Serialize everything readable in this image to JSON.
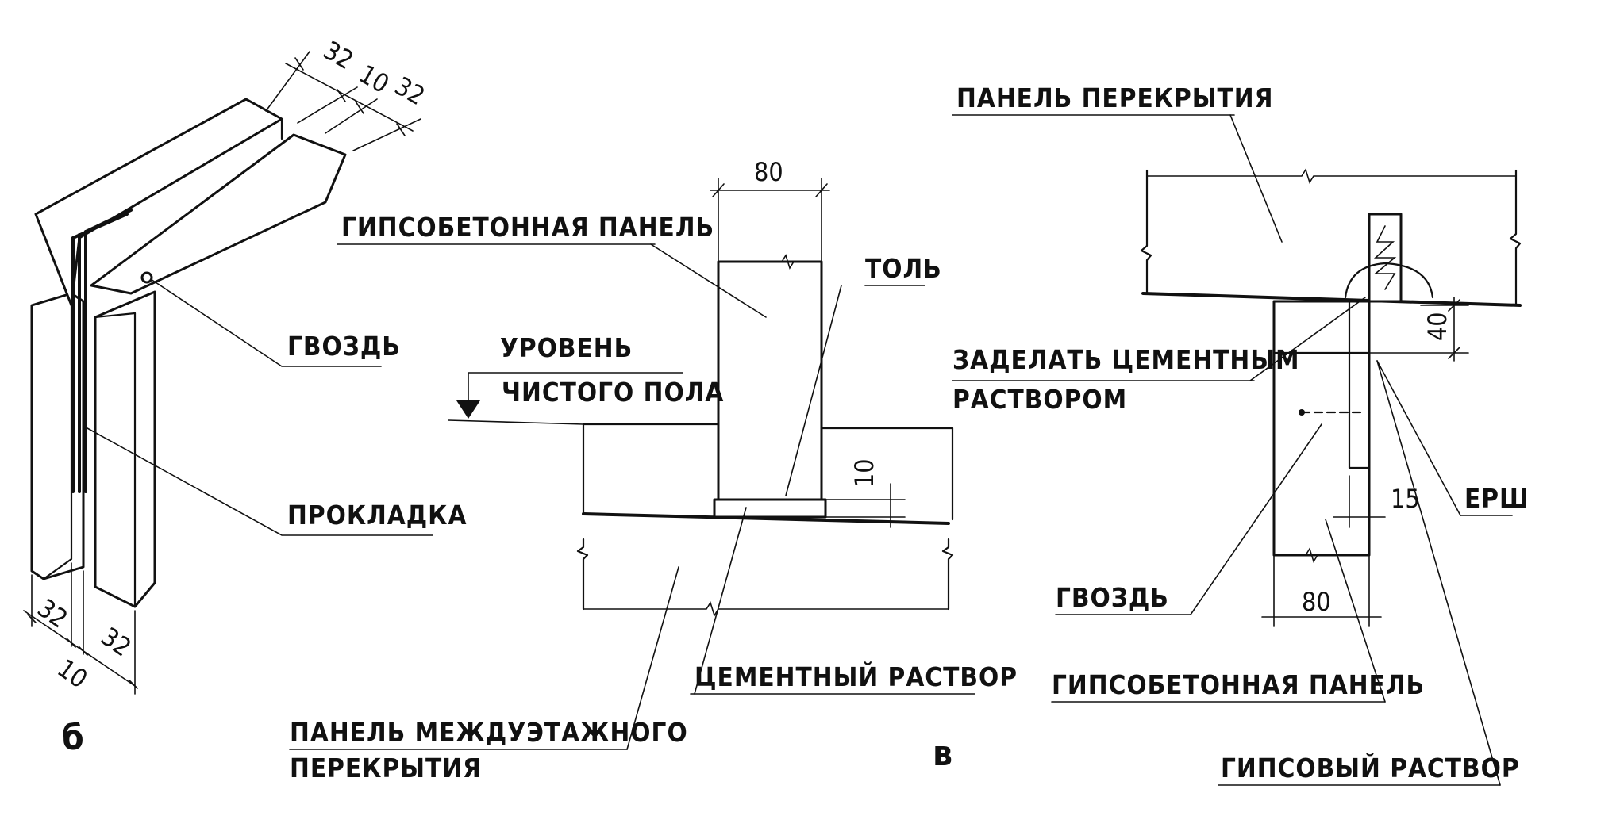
{
  "view_b": {
    "section_letter": "б",
    "labels": {
      "nail": "ГВОЗДЬ",
      "gasket": "ПРОКЛАДКА"
    },
    "dims_top": [
      "32",
      "10",
      "32"
    ],
    "dims_bottom": [
      "32",
      "10",
      "32"
    ]
  },
  "view_v": {
    "section_letter": "в",
    "labels": {
      "gypsum_panel": "ГИПСОБЕТОННАЯ ПАНЕЛЬ",
      "roofing_felt": "ТОЛЬ",
      "floor_level_line1": "УРОВЕНЬ",
      "floor_level_line2": "ЧИСТОГО ПОЛА",
      "cement_mortar": "ЦЕМЕНТНЫЙ РАСТВОР",
      "floor_panel_line1": "ПАНЕЛЬ МЕЖДУЭТАЖНОГО",
      "floor_panel_line2": "ПЕРЕКРЫТИЯ"
    },
    "dims": {
      "width": "80",
      "gap": "10"
    }
  },
  "view_g": {
    "labels": {
      "slab_panel": "ПАНЕЛЬ ПЕРЕКРЫТИЯ",
      "seal_line1": "ЗАДЕЛАТЬ ЦЕМЕНТНЫМ",
      "seal_line2": "РАСТВОРОМ",
      "ruff": "ЕРШ",
      "nail": "ГВОЗДЬ",
      "gypsum_panel": "ГИПСОБЕТОННАЯ ПАНЕЛЬ",
      "gypsum_mortar": "ГИПСОВЫЙ РАСТВОР"
    },
    "dims": {
      "d40": "40",
      "d15": "15",
      "width": "80"
    }
  }
}
